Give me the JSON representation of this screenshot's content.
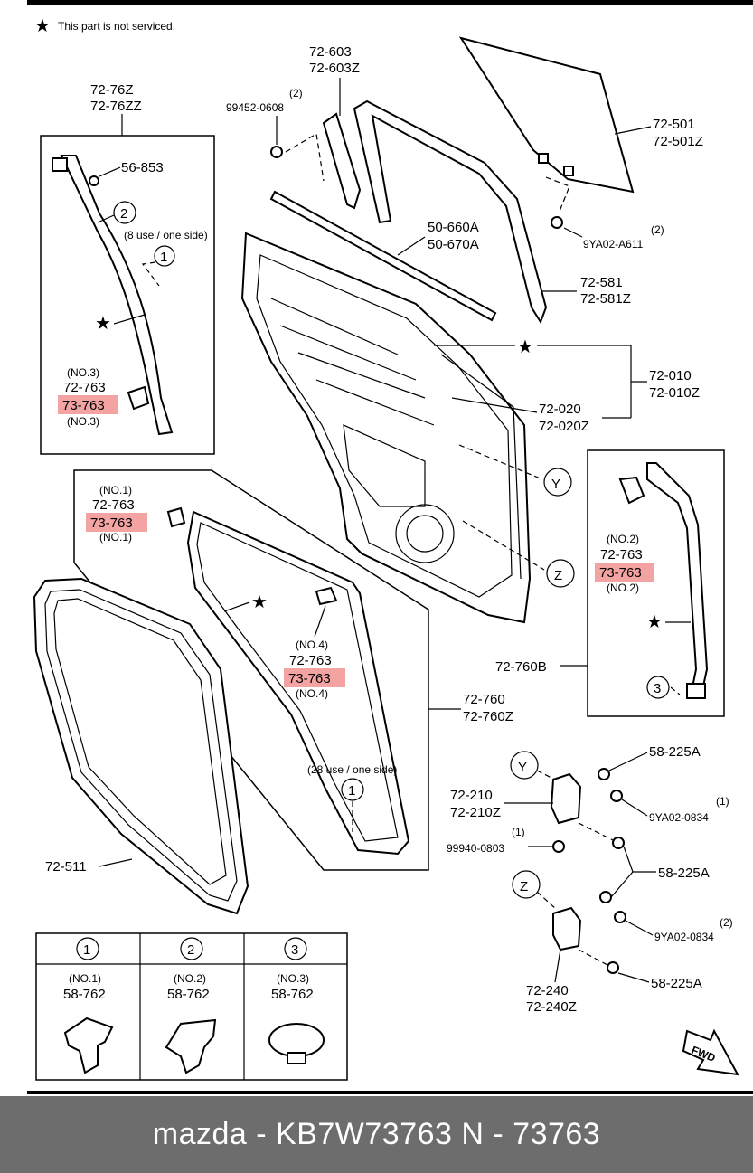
{
  "notice": "This part is not serviced.",
  "labels": {
    "p72_76z": "72-76Z",
    "p72_76zz": "72-76ZZ",
    "p56_853": "56-853",
    "use8": "(8 use / one side)",
    "no3a": "(NO.3)",
    "p72_763_a": "72-763",
    "p73_763_a": "73-763",
    "no3b": "(NO.3)",
    "p72_603": "72-603",
    "p72_603z": "72-603Z",
    "qty2_a": "(2)",
    "p99452": "99452-0608",
    "p50_660a": "50-660A",
    "p50_670a": "50-670A",
    "p72_501": "72-501",
    "p72_501z": "72-501Z",
    "qty2_b": "(2)",
    "p9ya02_a611": "9YA02-A611",
    "p72_581": "72-581",
    "p72_581z": "72-581Z",
    "p72_010": "72-010",
    "p72_010z": "72-010Z",
    "p72_020": "72-020",
    "p72_020z": "72-020Z",
    "y": "Y",
    "z": "Z",
    "no1a": "(NO.1)",
    "p72_763_b": "72-763",
    "p73_763_b": "73-763",
    "no1b": "(NO.1)",
    "no2a": "(NO.2)",
    "p72_763_c": "72-763",
    "p73_763_c": "73-763",
    "no2b": "(NO.2)",
    "no4a": "(NO.4)",
    "p72_763_d": "72-763",
    "p73_763_d": "73-763",
    "no4b": "(NO.4)",
    "p72_760b": "72-760B",
    "p72_760": "72-760",
    "p72_760z": "72-760Z",
    "use28": "(28 use / one side)",
    "p72_511": "72-511",
    "p58_225a_1": "58-225A",
    "p72_210": "72-210",
    "p72_210z": "72-210Z",
    "qty1_a": "(1)",
    "p9ya02_0834_a": "9YA02-0834",
    "qty1_b": "(1)",
    "p99940": "99940-0803",
    "p58_225a_2": "58-225A",
    "qty2_c": "(2)",
    "p9ya02_0834_b": "9YA02-0834",
    "p72_240": "72-240",
    "p72_240z": "72-240Z",
    "p58_225a_3": "58-225A",
    "fwd": "FWD",
    "c1": "1",
    "c2": "2",
    "c3": "3"
  },
  "clip_table": [
    {
      "num": "1",
      "no": "(NO.1)",
      "part": "58-762"
    },
    {
      "num": "2",
      "no": "(NO.2)",
      "part": "58-762"
    },
    {
      "num": "3",
      "no": "(NO.3)",
      "part": "58-762"
    }
  ],
  "footer": "mazda - KB7W73763     N - 73763",
  "colors": {
    "highlight": "#f4a3a3",
    "footer_bg": "#6d6d6d",
    "footer_text": "#ffffff"
  }
}
